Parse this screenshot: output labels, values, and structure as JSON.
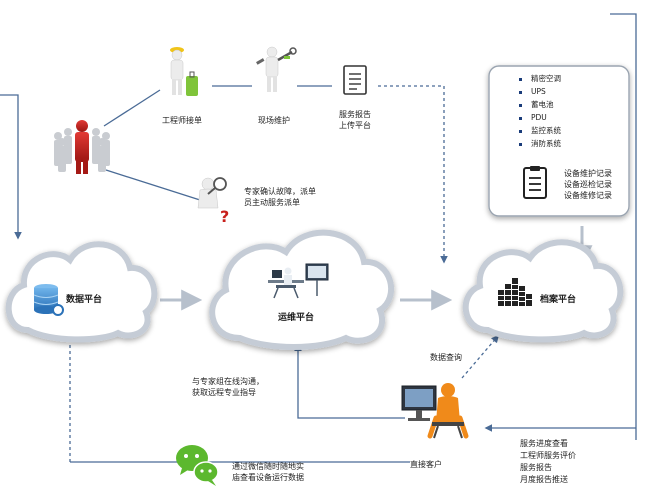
{
  "clouds": {
    "data_platform": "数据平台",
    "ops_platform": "运维平台",
    "archive_platform": "档案平台"
  },
  "roles": {
    "engineer_accept": "工程师接单",
    "onsite": "现场维护",
    "report_upload": [
      "服务报告",
      "上传平台"
    ],
    "expert_dispatch": [
      "专家确认故障，派单",
      "员主动服务派单"
    ],
    "customer": "直接客户"
  },
  "equipment_list": [
    "精密空调",
    "UPS",
    "蓄电池",
    "PDU",
    "监控系统",
    "消防系统"
  ],
  "record_list": [
    "设备维护记录",
    "设备巡检记录",
    "设备维修记录"
  ],
  "notes": {
    "expert_online": [
      "与专家组在线沟通，",
      "获取远程专业指导"
    ],
    "data_query": "数据查询",
    "wechat": [
      "通过微信随时随地实",
      "庙查看设备运行数据"
    ],
    "customer_services": [
      "服务进度查看",
      "工程师服务评价",
      "服务报告",
      "月度报告推送"
    ]
  },
  "colors": {
    "line": "#4a6b96",
    "cloud_fill": "#ffffff",
    "cloud_stroke": "#c5ccd6",
    "box_stroke": "#9aa4b0",
    "bullet": "#1a3c7a",
    "database": "#3d8fd6",
    "person_red": "#c8201c",
    "wechat": "#5cb82e",
    "orange_person": "#f08a1a"
  }
}
